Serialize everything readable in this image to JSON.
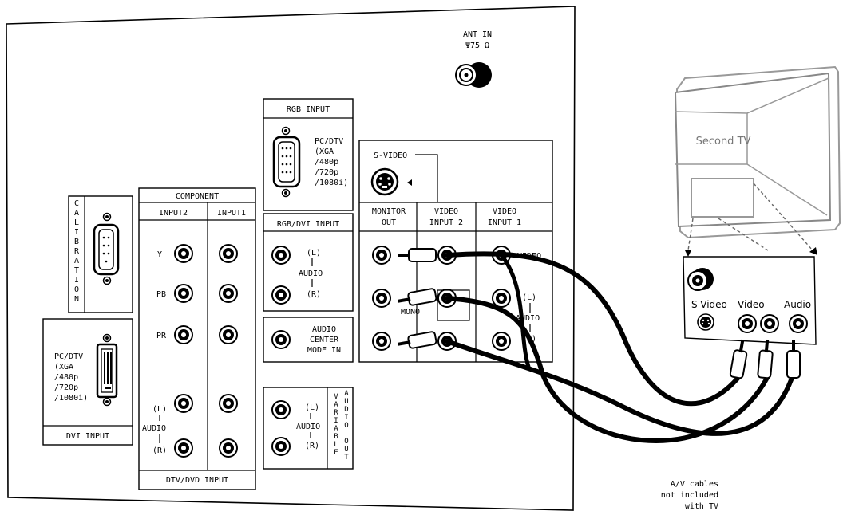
{
  "ant": {
    "title": "ANT IN",
    "sub": "Ψ75 Ω"
  },
  "rgb": {
    "title": "RGB INPUT",
    "desc": [
      "PC/DTV",
      "(XGA",
      "/480p",
      "/720p",
      "/1080i)"
    ]
  },
  "svideo_label": "S-VIDEO",
  "av": {
    "monitor_out": [
      "MONITOR",
      "OUT"
    ],
    "video_in2": [
      "VIDEO",
      "INPUT 2"
    ],
    "video_in1": [
      "VIDEO",
      "INPUT 1"
    ],
    "video_word": "VIDEO",
    "mono": "MONO",
    "audio_l": "(L)",
    "audio": "AUDIO",
    "audio_r": "(R)"
  },
  "calibration": {
    "letters": [
      "C",
      "A",
      "L",
      "I",
      "B",
      "R",
      "A",
      "T",
      "I",
      "O",
      "N"
    ]
  },
  "component": {
    "title": "COMPONENT",
    "input2": "INPUT2",
    "input1": "INPUT1",
    "y": "Y",
    "pb": "PB",
    "pr": "PR",
    "audio_l": "(L)",
    "audio": "AUDIO",
    "audio_r": "(R)",
    "footer": "DTV/DVD INPUT"
  },
  "rgbdvi": {
    "title": "RGB/DVI INPUT",
    "l": "(L)",
    "audio": "AUDIO",
    "r": "(R)"
  },
  "audio_center": [
    "AUDIO",
    "CENTER",
    "MODE IN"
  ],
  "variable": {
    "l": "(L)",
    "audio": "AUDIO",
    "r": "(R)",
    "vertical1": [
      "V",
      "A",
      "R",
      "I",
      "A",
      "B",
      "L",
      "E"
    ],
    "vertical2": [
      "A",
      "U",
      "D",
      "I",
      "O",
      " ",
      "O",
      "U",
      "T"
    ]
  },
  "dvi": {
    "desc": [
      "PC/DTV",
      "(XGA",
      "/480p",
      "/720p",
      "/1080i)"
    ],
    "footer": "DVI INPUT"
  },
  "second_tv": {
    "screen_label": "Second TV",
    "svideo": "S-Video",
    "video": "Video",
    "audio": "Audio"
  },
  "note": [
    "A/V cables",
    "not included",
    "with TV"
  ]
}
